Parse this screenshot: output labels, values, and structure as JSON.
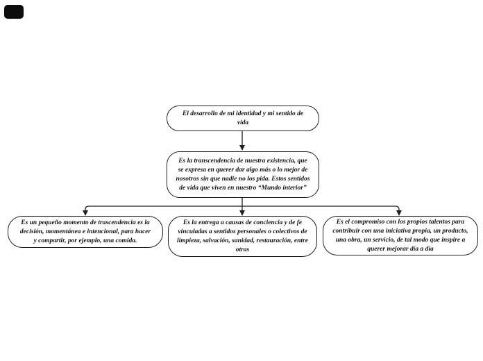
{
  "canvas": {
    "background_color": "#ffffff",
    "stroke_color": "#1f1f1f",
    "node_fill_color": "#ffffff",
    "text_color": "#111111",
    "corner_mark_color": "#0d0d0d"
  },
  "diagram": {
    "type": "mindmap",
    "root": {
      "id": "root",
      "text": "El desarrollo de mi identidad y mi sentido de\nvida"
    },
    "summary": {
      "id": "summary",
      "text": "Es la transcendencia de nuestra existencia, que\nse expresa en querer dar algo más o lo mejor de\nnosotros sin que nadie no los pida. Estos sentidos\nde vida que viven en nuestro “Mundo interior”"
    },
    "children": [
      {
        "id": "child-1",
        "text": "Es un pequeño momento de trascendencia es la\ndecisión, momentánea e intencional, para hacer\ny compartir, por ejemplo, una comida."
      },
      {
        "id": "child-2",
        "text": "Es la entrega a causas de conciencia y de fe\nvinculadas a sentidos personales o colectivos de\nlimpieza, salvación, sanidad, restauración, entre\notras"
      },
      {
        "id": "child-3",
        "text": "Es el compromiso con los propios talentos para\ncontribuir con una iniciativa propia, un producto,\nuna obra, un servicio, de tal modo que inspire a\nquerer mejorar día a día"
      }
    ],
    "edges": [
      {
        "from": "root",
        "to": "summary"
      },
      {
        "from": "summary",
        "to": "child-1"
      },
      {
        "from": "summary",
        "to": "child-2"
      },
      {
        "from": "summary",
        "to": "child-3"
      }
    ]
  }
}
